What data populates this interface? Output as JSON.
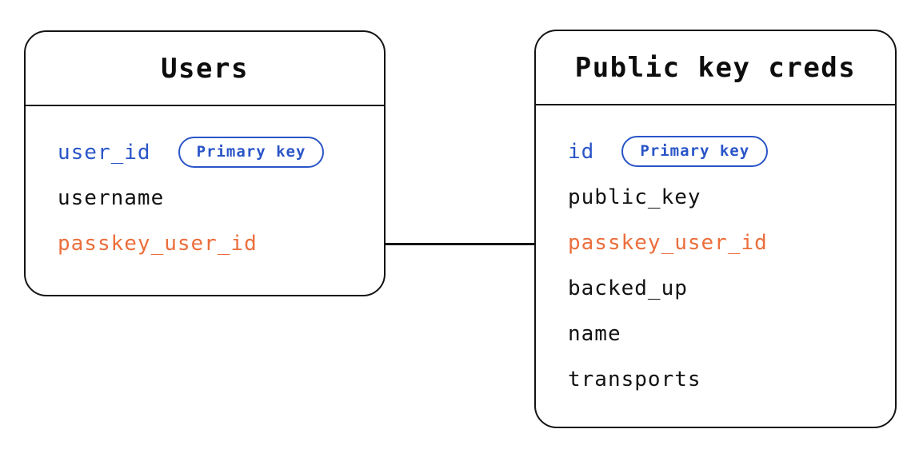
{
  "diagram": {
    "type": "entity-relationship",
    "tables": [
      {
        "title": "Users",
        "fields": [
          {
            "name": "user_id",
            "role": "primary-key",
            "badge": "Primary key"
          },
          {
            "name": "username",
            "role": "regular"
          },
          {
            "name": "passkey_user_id",
            "role": "foreign-key"
          }
        ]
      },
      {
        "title": "Public key creds",
        "fields": [
          {
            "name": "id",
            "role": "primary-key",
            "badge": "Primary key"
          },
          {
            "name": "public_key",
            "role": "regular"
          },
          {
            "name": "passkey_user_id",
            "role": "foreign-key"
          },
          {
            "name": "backed_up",
            "role": "regular"
          },
          {
            "name": "name",
            "role": "regular"
          },
          {
            "name": "transports",
            "role": "regular"
          }
        ]
      }
    ],
    "relationship": {
      "from_field": "passkey_user_id",
      "to_field": "passkey_user_id",
      "style": "plain-line"
    },
    "colors": {
      "primary_key_blue": "#2A55C8",
      "foreign_key_orange": "#EB6E3C",
      "line_black": "#141414",
      "background": "#ffffff"
    }
  }
}
